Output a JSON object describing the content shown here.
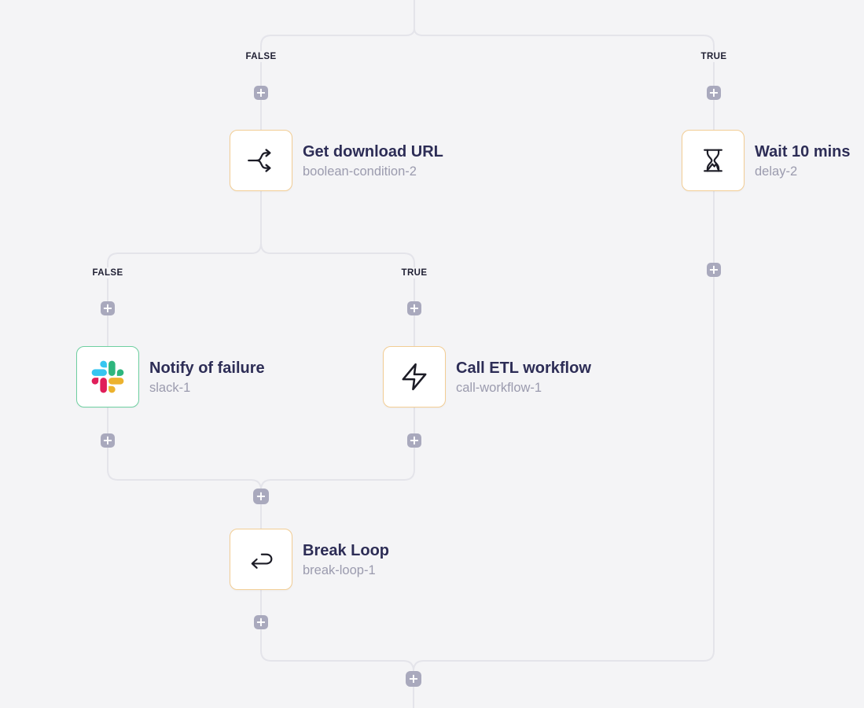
{
  "ui": {
    "plus_glyph": "+"
  },
  "colors": {
    "background": "#f4f4f6",
    "connector": "#e4e4ea",
    "plus_button_bg": "#a9a9bd",
    "node_border_default": "#f2cd94",
    "node_border_slack": "#6ecfa0",
    "icon_stroke": "#1c1c26",
    "title_text": "#2d2d56",
    "subtitle_text": "#9b9bae",
    "slack_blue": "#36c5f0",
    "slack_green": "#2eb67d",
    "slack_yellow": "#ecb22e",
    "slack_red": "#e01e5a"
  },
  "branches": {
    "outer": {
      "left_label": "FALSE",
      "right_label": "TRUE"
    },
    "inner": {
      "left_label": "FALSE",
      "right_label": "TRUE"
    }
  },
  "nodes": {
    "condition": {
      "title": "Get download URL",
      "subtitle": "boolean-condition-2"
    },
    "delay": {
      "title": "Wait 10 mins",
      "subtitle": "delay-2"
    },
    "slack": {
      "title": "Notify of failure",
      "subtitle": "slack-1"
    },
    "call_workflow": {
      "title": "Call ETL workflow",
      "subtitle": "call-workflow-1"
    },
    "break_loop": {
      "title": "Break Loop",
      "subtitle": "break-loop-1"
    }
  }
}
